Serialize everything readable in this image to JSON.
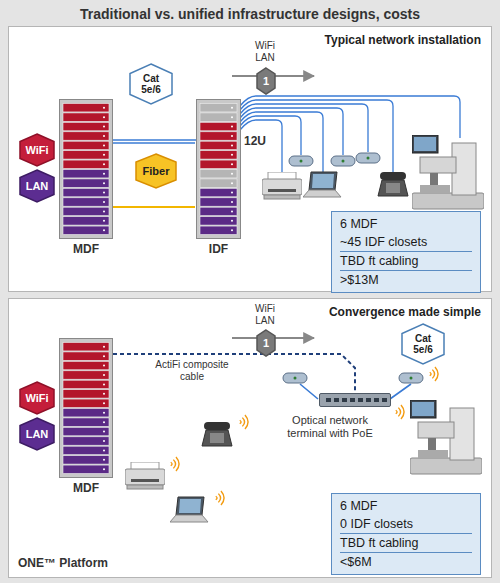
{
  "diagram": {
    "title": "Traditional vs. unified infrastructure designs, costs",
    "nodes": [
      {
        "text": [
          "Typical network installation"
        ]
      },
      {
        "text": [
          "WiFi"
        ],
        "in": 0
      },
      {
        "text": [
          "LAN"
        ],
        "in": 0
      },
      {
        "text": [
          "MDF"
        ],
        "in": 0
      },
      {
        "text": [
          "Fiber"
        ],
        "in": 0
      },
      {
        "text": [
          "IDF"
        ],
        "in": 0
      },
      {
        "text": [
          "Cat 5e/6"
        ],
        "in": 0
      },
      {
        "text": [
          "1"
        ],
        "in": 0
      },
      {
        "text": [
          "6 MDF",
          "~45 IDF closets",
          "TBD ft cabling",
          ">$13M"
        ],
        "in": 0
      },
      {
        "text": [
          "Convergence made simple"
        ]
      },
      {
        "text": [
          "WiFi"
        ],
        "in": 9
      },
      {
        "text": [
          "LAN"
        ],
        "in": 9
      },
      {
        "text": [
          "MDF"
        ],
        "in": 9
      },
      {
        "text": [
          "1"
        ],
        "in": 9
      },
      {
        "text": [
          "Cat 5e/6"
        ],
        "in": 9
      },
      {
        "text": [
          "Optical network terminal with PoE"
        ],
        "in": 9
      },
      {
        "text": [
          "6 MDF",
          "0 IDF closets",
          "TBD ft cabling",
          "<$6M"
        ],
        "in": 9
      }
    ],
    "edges": [
      {
        "from": 3,
        "to": 5,
        "arrow": "none"
      },
      {
        "from": 12,
        "to": 15,
        "label": "ActiFi composite cable",
        "arrow": "none"
      }
    ],
    "labels": [
      "WiFi LAN",
      "12U",
      "WiFi LAN",
      "ONE™ Platform"
    ]
  }
}
